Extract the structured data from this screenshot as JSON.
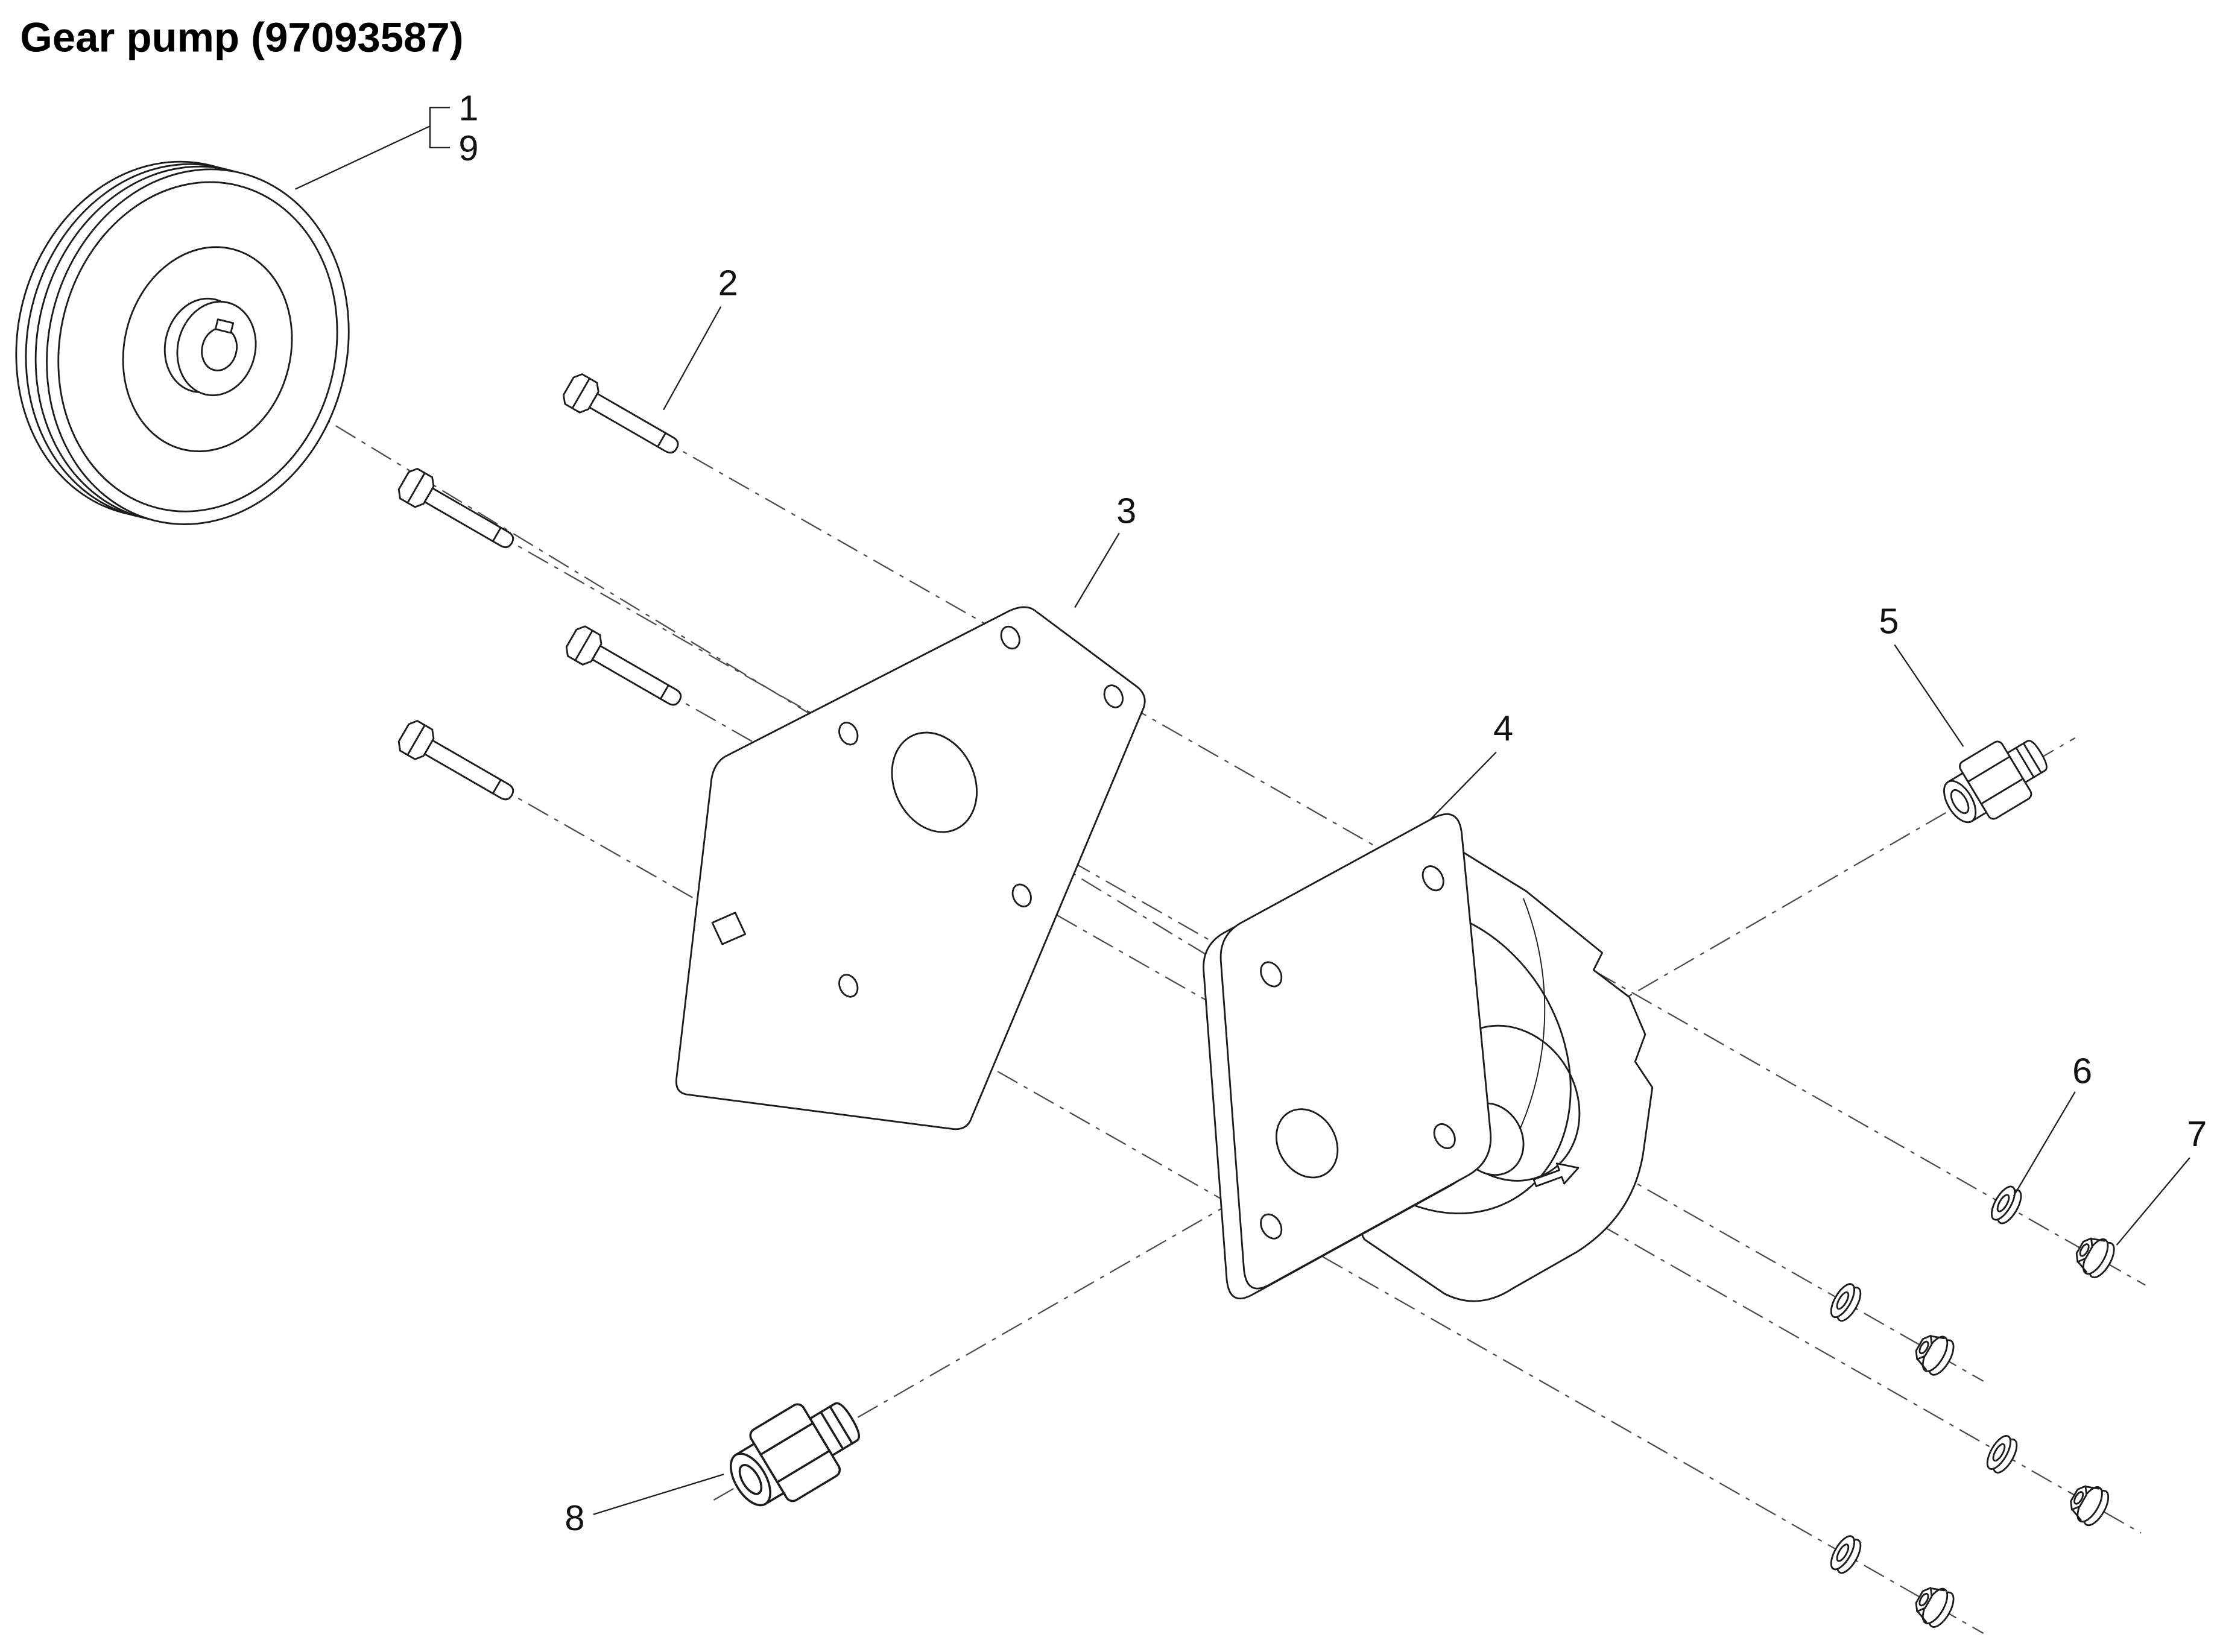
{
  "title": "Gear pump (97093587)",
  "callouts": {
    "c1": "1",
    "c2": "2",
    "c3": "3",
    "c4": "4",
    "c5": "5",
    "c6": "6",
    "c7": "7",
    "c8": "8",
    "c9": "9"
  }
}
